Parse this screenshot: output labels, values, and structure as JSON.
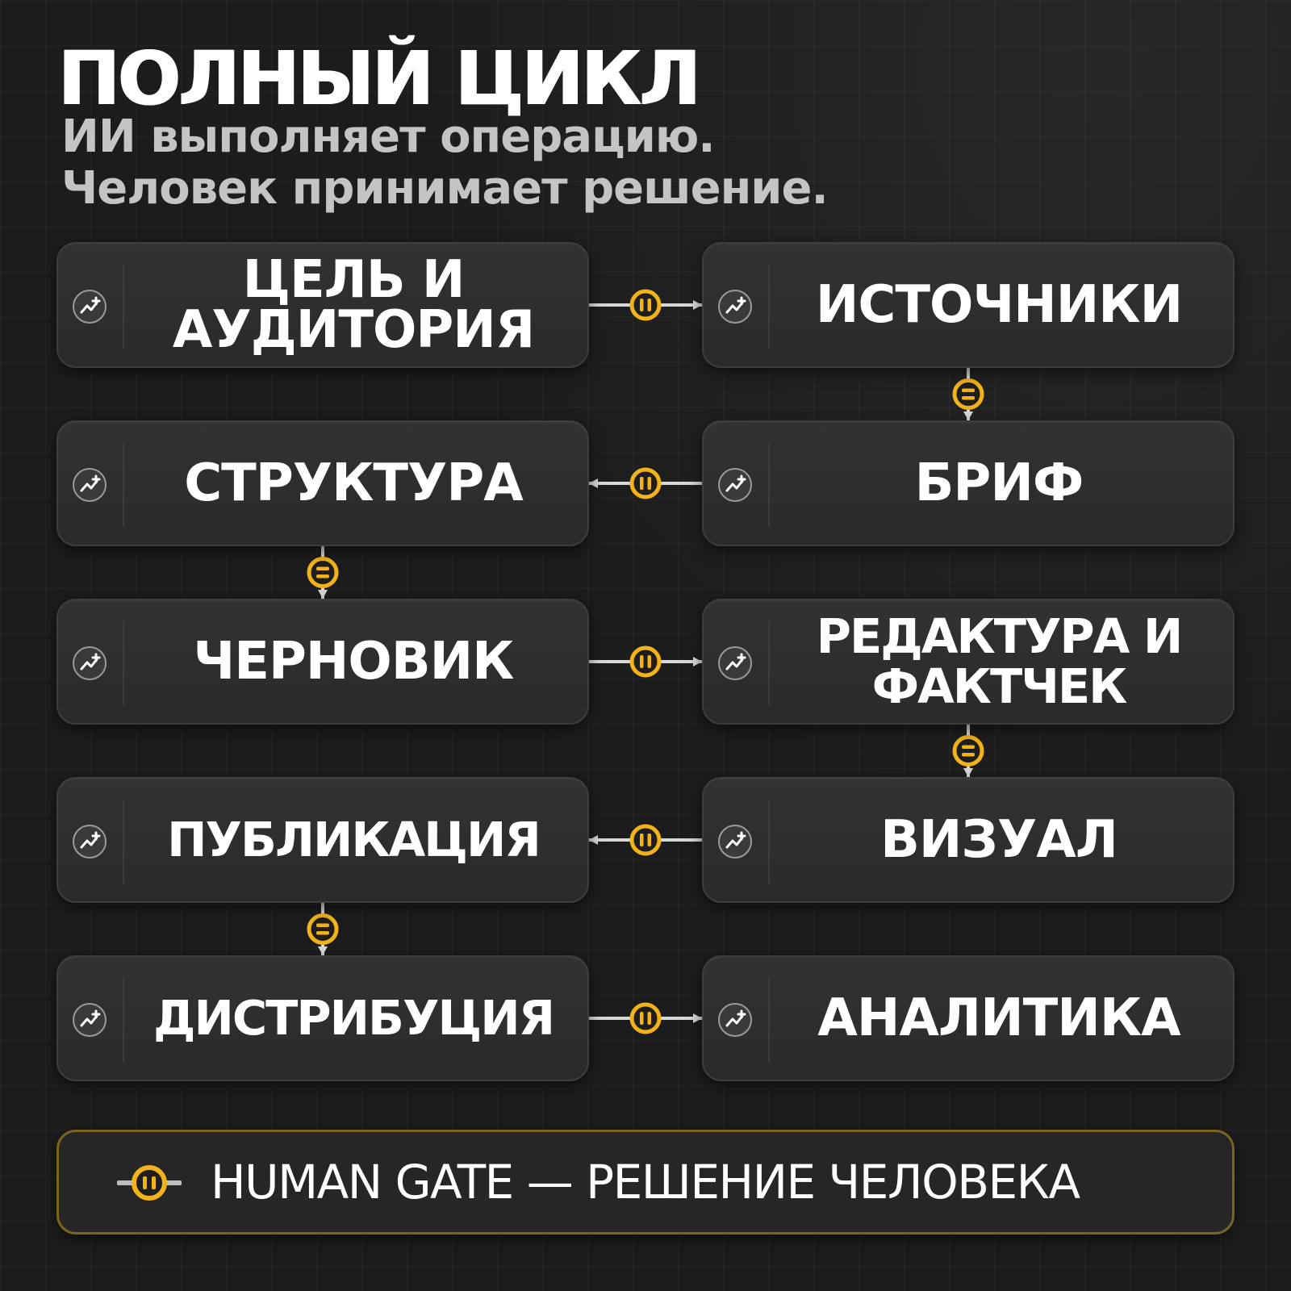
{
  "header": {
    "title": "ПОЛНЫЙ ЦИКЛ",
    "subtitle_line1": "ИИ выполняет операцию.",
    "subtitle_line2": "Человек принимает решение."
  },
  "nodes": [
    {
      "label": "ЦЕЛЬ И\nАУДИТОРИЯ",
      "icon": "node-graph-icon"
    },
    {
      "label": "ИСТОЧНИКИ",
      "icon": "node-graph-icon"
    },
    {
      "label": "СТРУКТУРА",
      "icon": "node-graph-icon"
    },
    {
      "label": "БРИФ",
      "icon": "node-graph-icon"
    },
    {
      "label": "ЧЕРНОВИК",
      "icon": "node-graph-icon"
    },
    {
      "label": "РЕДАКТУРА И\nФАКТЧЕК",
      "icon": "node-graph-icon"
    },
    {
      "label": "ПУБЛИКАЦИЯ",
      "icon": "node-graph-icon"
    },
    {
      "label": "ВИЗУАЛ",
      "icon": "node-graph-icon"
    },
    {
      "label": "ДИСТРИБУЦИЯ",
      "icon": "node-graph-icon"
    },
    {
      "label": "АНАЛИТИКА",
      "icon": "node-graph-icon"
    }
  ],
  "flow": [
    {
      "from": "ЦЕЛЬ И АУДИТОРИЯ",
      "to": "ИСТОЧНИКИ",
      "gate": "human-gate"
    },
    {
      "from": "ИСТОЧНИКИ",
      "to": "БРИФ",
      "gate": "human-gate"
    },
    {
      "from": "БРИФ",
      "to": "СТРУКТУРА",
      "gate": "human-gate"
    },
    {
      "from": "СТРУКТУРА",
      "to": "ЧЕРНОВИК",
      "gate": "human-gate"
    },
    {
      "from": "ЧЕРНОВИК",
      "to": "РЕДАКТУРА И ФАКТЧЕК",
      "gate": "human-gate"
    },
    {
      "from": "РЕДАКТУРА И ФАКТЧЕК",
      "to": "ВИЗУАЛ",
      "gate": "human-gate"
    },
    {
      "from": "ВИЗУАЛ",
      "to": "ПУБЛИКАЦИЯ",
      "gate": "human-gate"
    },
    {
      "from": "ПУБЛИКАЦИЯ",
      "to": "ДИСТРИБУЦИЯ",
      "gate": "human-gate"
    },
    {
      "from": "ДИСТРИБУЦИЯ",
      "to": "АНАЛИТИКА",
      "gate": "human-gate"
    }
  ],
  "legend": {
    "text": "HUMAN GATE — РЕШЕНИЕ ЧЕЛОВЕКА",
    "icon": "human-gate-icon"
  },
  "colors": {
    "background": "#1c1c1c",
    "node_fill": "#2e2e2e",
    "gate_yellow": "#f2b31a",
    "connector": "#d8d8d8",
    "legend_border": "#7a6420",
    "subtitle": "#c4c4c4"
  }
}
